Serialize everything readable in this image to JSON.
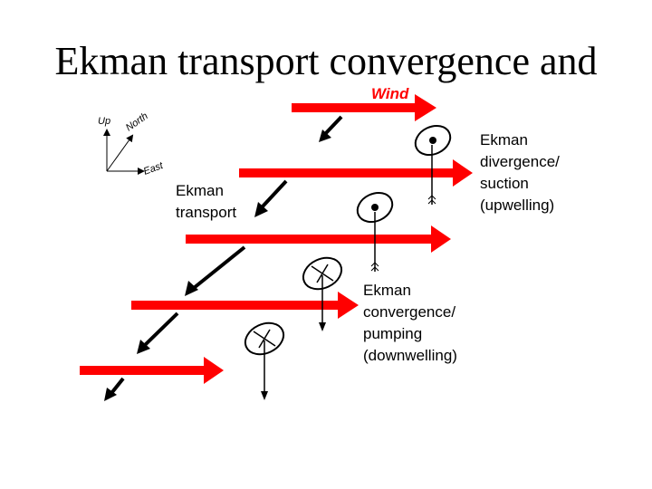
{
  "title": "Ekman transport convergence and",
  "labels": {
    "wind": "Wind",
    "axis_up": "Up",
    "axis_north": "North",
    "axis_east": "East",
    "ekman_transport": [
      "Ekman",
      "transport"
    ],
    "divergence": [
      "Ekman",
      "divergence/",
      "suction",
      "(upwelling)"
    ],
    "convergence": [
      "Ekman",
      "convergence/",
      "pumping",
      "(downwelling)"
    ]
  },
  "colors": {
    "wind": "#ff0000",
    "ink": "#000000"
  }
}
